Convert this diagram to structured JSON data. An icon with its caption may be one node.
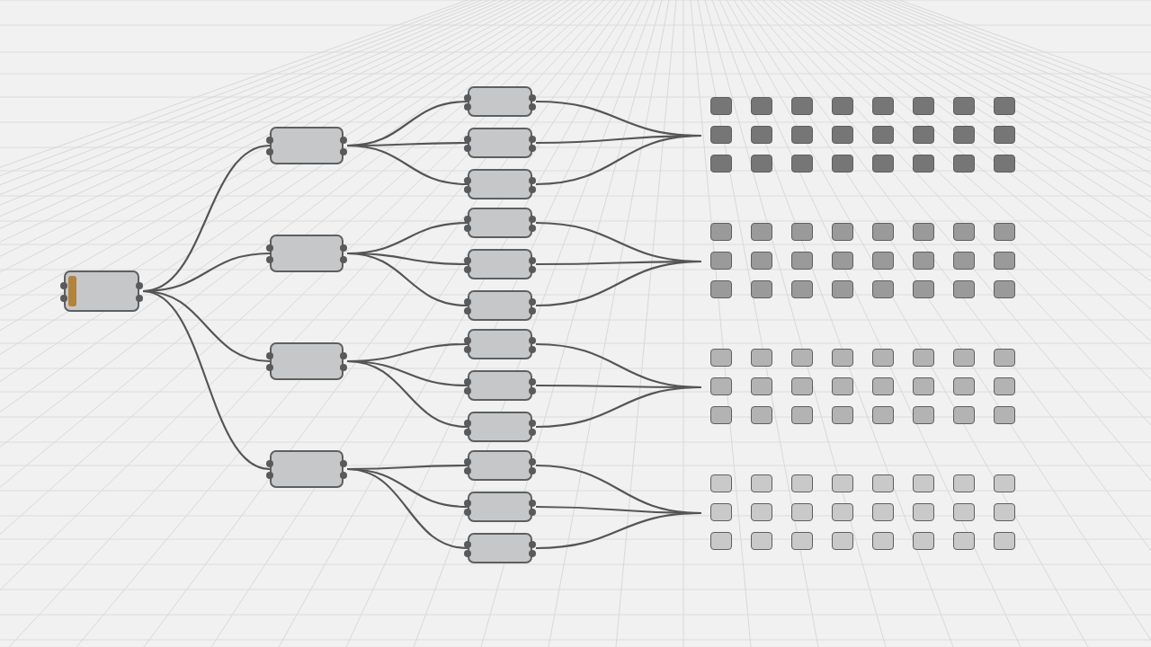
{
  "diagram": {
    "nodes": [
      {
        "text": [],
        "shape": "box"
      },
      {
        "text": [],
        "shape": "box"
      },
      {
        "text": [],
        "shape": "box"
      },
      {
        "text": [],
        "shape": "box"
      },
      {
        "text": [],
        "shape": "box"
      },
      {
        "text": [],
        "shape": "box"
      },
      {
        "text": [],
        "shape": "box"
      },
      {
        "text": [],
        "shape": "box"
      },
      {
        "text": [],
        "shape": "box"
      },
      {
        "text": [],
        "shape": "box"
      },
      {
        "text": [],
        "shape": "box"
      },
      {
        "text": [],
        "shape": "box"
      },
      {
        "text": [],
        "shape": "box"
      },
      {
        "text": [],
        "shape": "box"
      },
      {
        "text": [],
        "shape": "box"
      },
      {
        "text": [],
        "shape": "box"
      },
      {
        "text": [],
        "shape": "box"
      },
      {
        "text": [],
        "shape": "grid"
      },
      {
        "text": [],
        "shape": "grid"
      },
      {
        "text": [],
        "shape": "grid"
      },
      {
        "text": [],
        "shape": "grid"
      }
    ],
    "edges": [
      {
        "from": 0,
        "to": 1,
        "arrow": "none"
      },
      {
        "from": 0,
        "to": 2,
        "arrow": "none"
      },
      {
        "from": 0,
        "to": 3,
        "arrow": "none"
      },
      {
        "from": 0,
        "to": 4,
        "arrow": "none"
      },
      {
        "from": 1,
        "to": 5,
        "arrow": "none"
      },
      {
        "from": 1,
        "to": 6,
        "arrow": "none"
      },
      {
        "from": 1,
        "to": 7,
        "arrow": "none"
      },
      {
        "from": 2,
        "to": 8,
        "arrow": "none"
      },
      {
        "from": 2,
        "to": 9,
        "arrow": "none"
      },
      {
        "from": 2,
        "to": 10,
        "arrow": "none"
      },
      {
        "from": 3,
        "to": 11,
        "arrow": "none"
      },
      {
        "from": 3,
        "to": 12,
        "arrow": "none"
      },
      {
        "from": 3,
        "to": 13,
        "arrow": "none"
      },
      {
        "from": 4,
        "to": 14,
        "arrow": "none"
      },
      {
        "from": 4,
        "to": 15,
        "arrow": "none"
      },
      {
        "from": 4,
        "to": 16,
        "arrow": "none"
      },
      {
        "from": 5,
        "to": 17,
        "arrow": "none"
      },
      {
        "from": 6,
        "to": 17,
        "arrow": "none"
      },
      {
        "from": 7,
        "to": 17,
        "arrow": "none"
      },
      {
        "from": 8,
        "to": 18,
        "arrow": "none"
      },
      {
        "from": 9,
        "to": 18,
        "arrow": "none"
      },
      {
        "from": 10,
        "to": 18,
        "arrow": "none"
      },
      {
        "from": 11,
        "to": 19,
        "arrow": "none"
      },
      {
        "from": 12,
        "to": 19,
        "arrow": "none"
      },
      {
        "from": 13,
        "to": 19,
        "arrow": "none"
      },
      {
        "from": 14,
        "to": 20,
        "arrow": "none"
      },
      {
        "from": 15,
        "to": 20,
        "arrow": "none"
      },
      {
        "from": 16,
        "to": 20,
        "arrow": "none"
      }
    ]
  }
}
